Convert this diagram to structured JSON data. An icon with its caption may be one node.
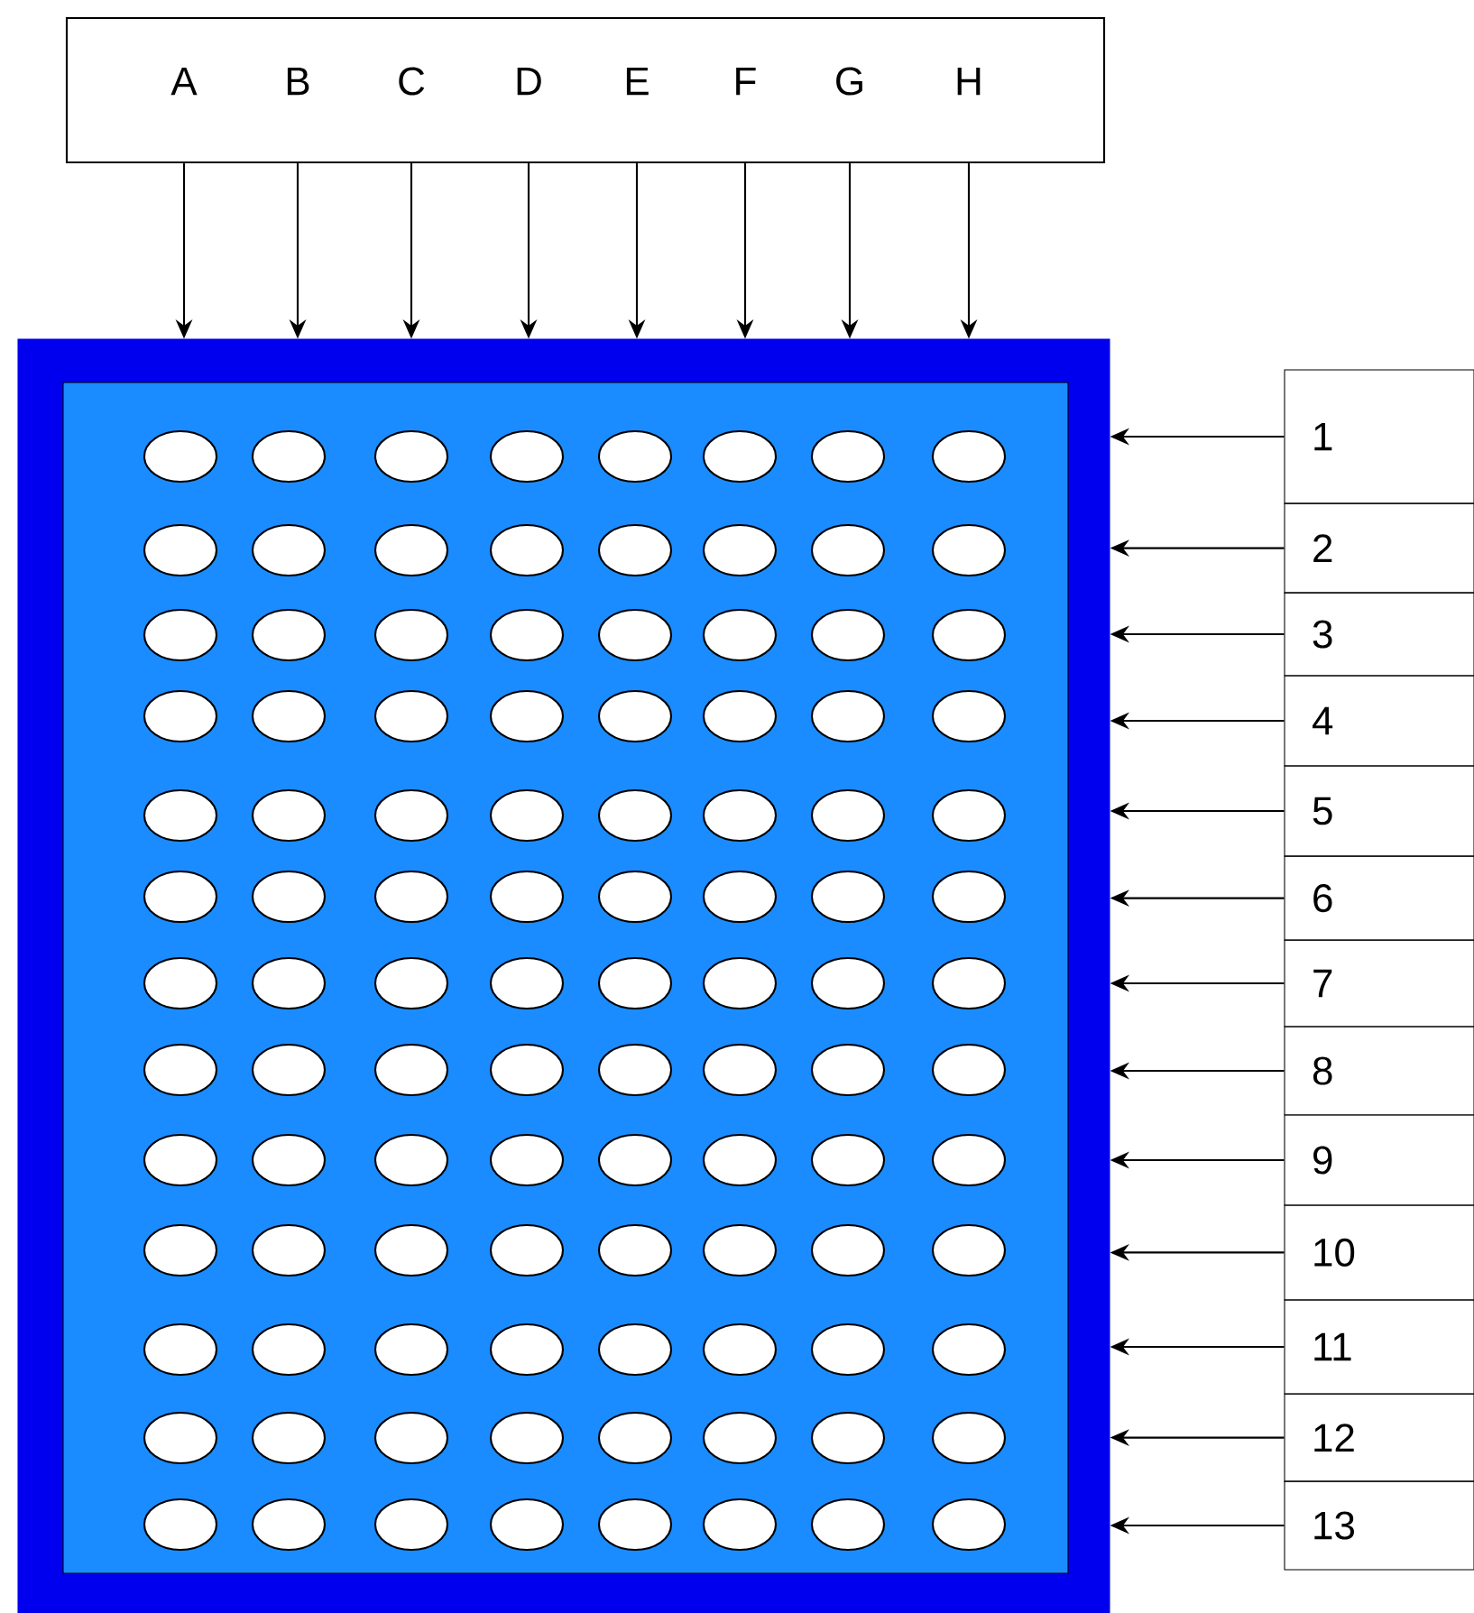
{
  "diagram": {
    "nodes": [
      {
        "text": [],
        "shape": "box"
      },
      {
        "text": [
          "A"
        ],
        "in": 0
      },
      {
        "text": [
          "B"
        ],
        "in": 0
      },
      {
        "text": [
          "C"
        ],
        "in": 0
      },
      {
        "text": [
          "D"
        ],
        "in": 0
      },
      {
        "text": [
          "E"
        ],
        "in": 0
      },
      {
        "text": [
          "F"
        ],
        "in": 0
      },
      {
        "text": [
          "G"
        ],
        "in": 0
      },
      {
        "text": [
          "H"
        ],
        "in": 0
      },
      {
        "text": [],
        "shape": "box"
      },
      {
        "text": [
          "1"
        ]
      },
      {
        "text": [
          "2"
        ]
      },
      {
        "text": [
          "3"
        ]
      },
      {
        "text": [
          "4"
        ]
      },
      {
        "text": [
          "5"
        ]
      },
      {
        "text": [
          "6"
        ]
      },
      {
        "text": [
          "7"
        ]
      },
      {
        "text": [
          "8"
        ]
      },
      {
        "text": [
          "9"
        ]
      },
      {
        "text": [
          "10"
        ]
      },
      {
        "text": [
          "11"
        ]
      },
      {
        "text": [
          "12"
        ]
      },
      {
        "text": [
          "13"
        ]
      }
    ],
    "edges": [
      {
        "from": 1,
        "to": 9,
        "arrow": "to"
      },
      {
        "from": 2,
        "to": 9,
        "arrow": "to"
      },
      {
        "from": 3,
        "to": 9,
        "arrow": "to"
      },
      {
        "from": 4,
        "to": 9,
        "arrow": "to"
      },
      {
        "from": 5,
        "to": 9,
        "arrow": "to"
      },
      {
        "from": 6,
        "to": 9,
        "arrow": "to"
      },
      {
        "from": 7,
        "to": 9,
        "arrow": "to"
      },
      {
        "from": 8,
        "to": 9,
        "arrow": "to"
      },
      {
        "from": 10,
        "to": 9,
        "arrow": "to"
      },
      {
        "from": 11,
        "to": 9,
        "arrow": "to"
      },
      {
        "from": 12,
        "to": 9,
        "arrow": "to"
      },
      {
        "from": 13,
        "to": 9,
        "arrow": "to"
      },
      {
        "from": 14,
        "to": 9,
        "arrow": "to"
      },
      {
        "from": 15,
        "to": 9,
        "arrow": "to"
      },
      {
        "from": 16,
        "to": 9,
        "arrow": "to"
      },
      {
        "from": 17,
        "to": 9,
        "arrow": "to"
      },
      {
        "from": 18,
        "to": 9,
        "arrow": "to"
      },
      {
        "from": 19,
        "to": 9,
        "arrow": "to"
      },
      {
        "from": 20,
        "to": 9,
        "arrow": "to"
      },
      {
        "from": 21,
        "to": 9,
        "arrow": "to"
      },
      {
        "from": 22,
        "to": 9,
        "arrow": "to"
      }
    ]
  }
}
